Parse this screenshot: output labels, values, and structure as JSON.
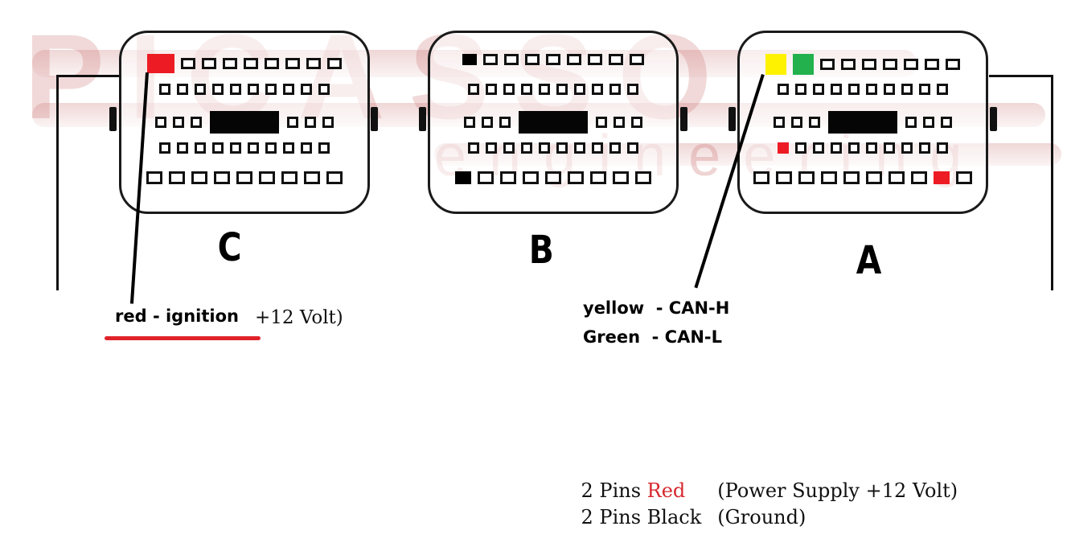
{
  "watermark": {
    "brand": "PICASSO",
    "tagline": "engineering"
  },
  "colors": {
    "ignition_red": "#ED1C24",
    "can_high_yellow": "#FFF200",
    "can_low_green": "#22B14C",
    "ground_black": "#000000",
    "power_red_text": "#D6282E",
    "underline_red": "#E0222A"
  },
  "connectors": [
    {
      "id": "C",
      "label": "C",
      "rows": [
        {
          "pins": [
            "ignition",
            "empty",
            "empty",
            "empty",
            "empty",
            "empty",
            "empty",
            "empty",
            "empty"
          ]
        },
        {
          "pins": [
            "empty",
            "empty",
            "empty",
            "empty",
            "empty",
            "empty",
            "empty",
            "empty",
            "empty",
            "empty"
          ]
        },
        {
          "pins": [
            "empty",
            "empty",
            "empty",
            "block",
            "empty",
            "empty",
            "empty"
          ]
        },
        {
          "pins": [
            "empty",
            "empty",
            "empty",
            "empty",
            "empty",
            "empty",
            "empty",
            "empty",
            "empty",
            "empty"
          ]
        },
        {
          "pins": [
            "empty",
            "empty",
            "empty",
            "empty",
            "empty",
            "empty",
            "empty",
            "empty",
            "empty"
          ]
        }
      ]
    },
    {
      "id": "B",
      "label": "B",
      "rows": [
        {
          "pins": [
            "ground",
            "empty",
            "empty",
            "empty",
            "empty",
            "empty",
            "empty",
            "empty",
            "empty"
          ]
        },
        {
          "pins": [
            "empty",
            "empty",
            "empty",
            "empty",
            "empty",
            "empty",
            "empty",
            "empty",
            "empty",
            "empty"
          ]
        },
        {
          "pins": [
            "empty",
            "empty",
            "empty",
            "block",
            "empty",
            "empty",
            "empty"
          ]
        },
        {
          "pins": [
            "empty",
            "empty",
            "empty",
            "empty",
            "empty",
            "empty",
            "empty",
            "empty",
            "empty",
            "empty"
          ]
        },
        {
          "pins": [
            "ground",
            "empty",
            "empty",
            "empty",
            "empty",
            "empty",
            "empty",
            "empty",
            "empty"
          ]
        }
      ]
    },
    {
      "id": "A",
      "label": "A",
      "rows": [
        {
          "pins": [
            "can_h",
            "can_l",
            "empty",
            "empty",
            "empty",
            "empty",
            "empty",
            "empty",
            "empty"
          ]
        },
        {
          "pins": [
            "empty",
            "empty",
            "empty",
            "empty",
            "empty",
            "empty",
            "empty",
            "empty",
            "empty",
            "empty"
          ]
        },
        {
          "pins": [
            "empty",
            "empty",
            "empty",
            "block",
            "empty",
            "empty",
            "empty"
          ]
        },
        {
          "pins": [
            "power",
            "empty",
            "empty",
            "empty",
            "empty",
            "empty",
            "empty",
            "empty",
            "empty",
            "empty"
          ]
        },
        {
          "pins": [
            "empty",
            "empty",
            "empty",
            "empty",
            "empty",
            "empty",
            "empty",
            "empty",
            "power",
            "empty"
          ]
        }
      ]
    }
  ],
  "annotations": {
    "ignition": {
      "label": "red - ignition",
      "suffix": "+12 Volt)"
    },
    "can": {
      "line1": "yellow  - CAN-H",
      "line2": "Green  - CAN-L"
    }
  },
  "legend": {
    "rows": [
      {
        "prefix": "2 Pins ",
        "color_word": "Red",
        "description": "(Power Supply +12 Volt)"
      },
      {
        "prefix": "2 Pins ",
        "color_word": "Black",
        "description": "(Ground)"
      }
    ]
  }
}
